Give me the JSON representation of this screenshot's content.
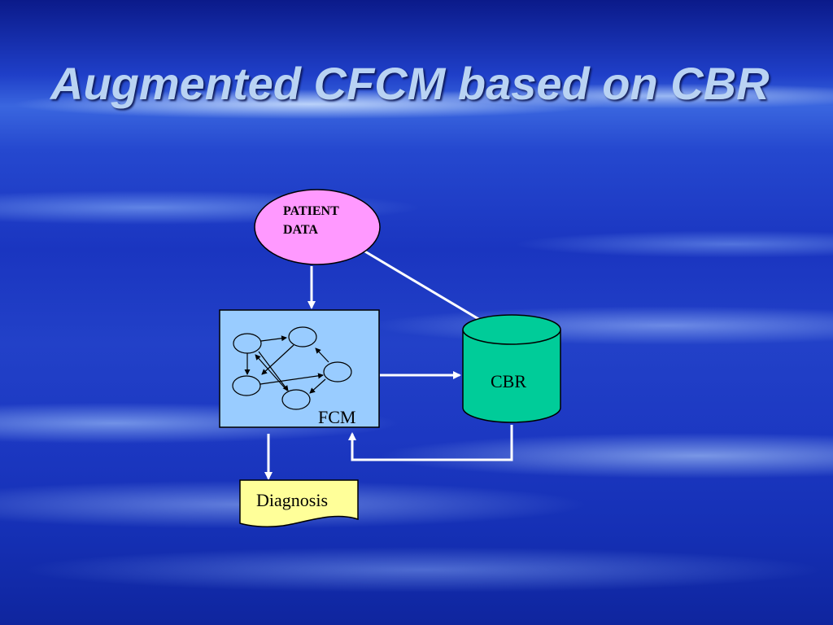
{
  "slide": {
    "title": "Augmented CFCM based on CBR"
  },
  "diagram": {
    "patient_data": {
      "line1": "PATIENT",
      "line2": "DATA",
      "fill": "#ff99ff"
    },
    "fcm": {
      "label": "FCM",
      "fill": "#99ccff"
    },
    "cbr": {
      "label": "CBR",
      "fill": "#00cc99"
    },
    "diagnosis": {
      "label": "Diagnosis",
      "fill": "#ffff99"
    },
    "connector_color": "#ffffff"
  }
}
